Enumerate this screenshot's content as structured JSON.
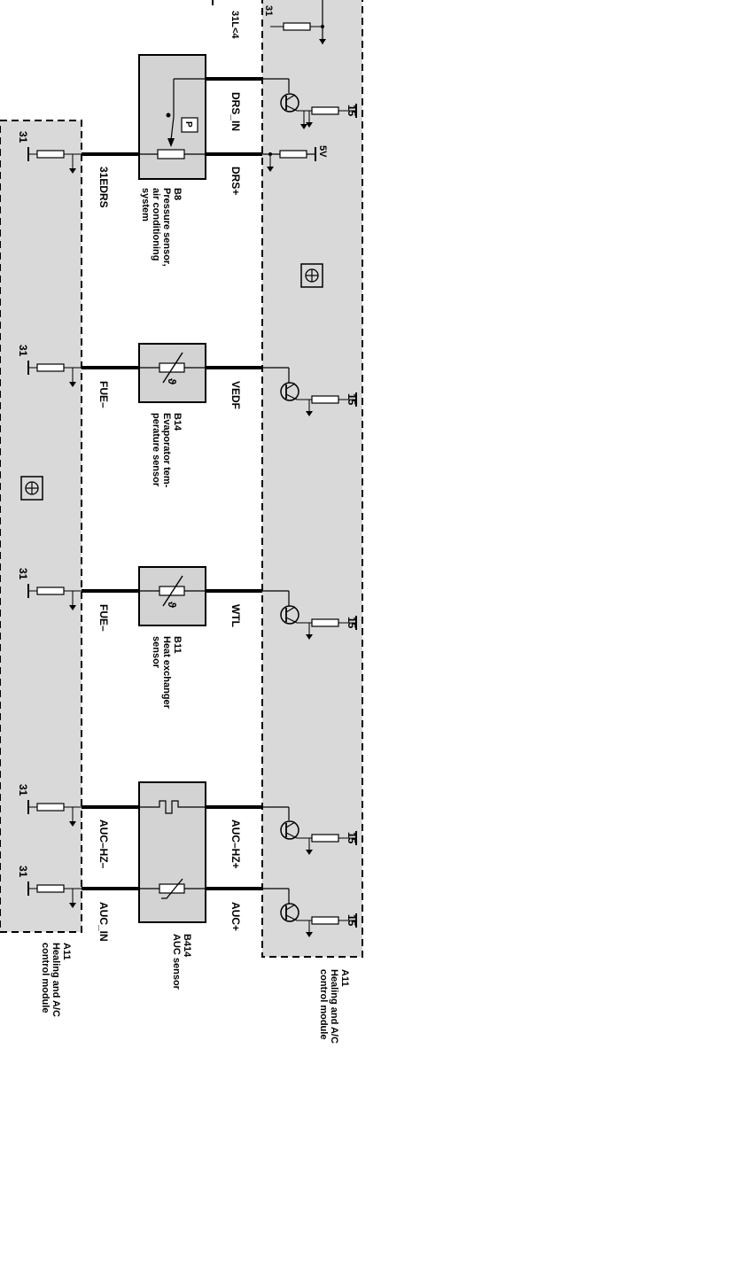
{
  "diagram": {
    "colors": {
      "module_fill": "#d9d9d9",
      "line": "#000000",
      "component_fill": "#d3d3d3"
    },
    "top_fragment_labels": [
      "31",
      "31L<4"
    ],
    "upper_module": {
      "designator": "A11",
      "name_line1": "Healing and A/C",
      "name_line2": "control module",
      "icon": "control-module-icon"
    },
    "lower_module": {
      "designator": "A11",
      "name_line1": "Healing and A/C",
      "name_line2": "control module",
      "icon": "control-module-icon"
    },
    "supply_labels": [
      "15",
      "15",
      "15",
      "15",
      "15"
    ],
    "ground_labels": [
      "31",
      "31",
      "31",
      "31",
      "31"
    ],
    "voltage_label": "5V",
    "components": [
      {
        "id": "B8",
        "line1": "Pressure sensor,",
        "line2": "air conditioning",
        "line3": "system",
        "pin_labels": [
          "DRS_IN",
          "DRS+",
          "31EDRS"
        ],
        "symbol_letter": "P"
      },
      {
        "id": "B14",
        "line1": "Evaporator tem-",
        "line2": "perature sensor",
        "pin_labels": [
          "VEDF",
          "FUE–"
        ],
        "symbol_letter": "ϑ"
      },
      {
        "id": "B11",
        "line1": "Heat exchanger",
        "line2": "sensor",
        "pin_labels": [
          "WTL",
          "FUE–"
        ],
        "symbol_letter": "ϑ"
      },
      {
        "id": "B414",
        "line1": "AUC sensor",
        "pin_labels": [
          "AUC–HZ+",
          "AUC+",
          "AUC–HZ–",
          "AUC_IN"
        ]
      }
    ]
  }
}
